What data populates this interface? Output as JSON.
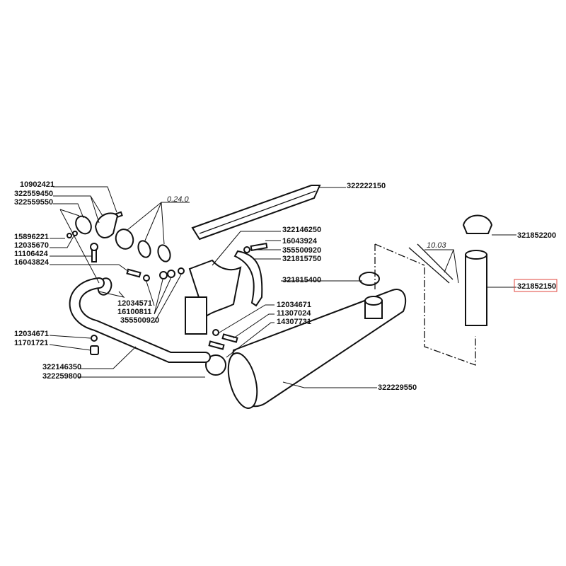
{
  "diagram": {
    "group_labels": {
      "left_group": "0.24.0",
      "right_group": "10.03"
    },
    "parts": {
      "p10902421": "10902421",
      "p322559450": "322559450",
      "p322559550": "322559550",
      "p15896221": "15896221",
      "p12035670": "12035670",
      "p11106424": "11106424",
      "p16043824": "16043824",
      "p12034571": "12034571",
      "p16100811": "16100811",
      "p355500920a": "355500920",
      "p12034671a": "12034671",
      "p11701721": "11701721",
      "p322146350": "322146350",
      "p322259800": "322259800",
      "p322222150": "322222150",
      "p322146250": "322146250",
      "p16043924": "16043924",
      "p355500920b": "355500920",
      "p321815750": "321815750",
      "p321815400": "321815400",
      "p12034671b": "12034671",
      "p11307024": "11307024",
      "p14307731": "14307731",
      "p322229550": "322229550",
      "p321852200": "321852200",
      "p321852150": "321852150"
    },
    "highlighted_part": "321852150",
    "highlight_color": "#e0443c"
  }
}
